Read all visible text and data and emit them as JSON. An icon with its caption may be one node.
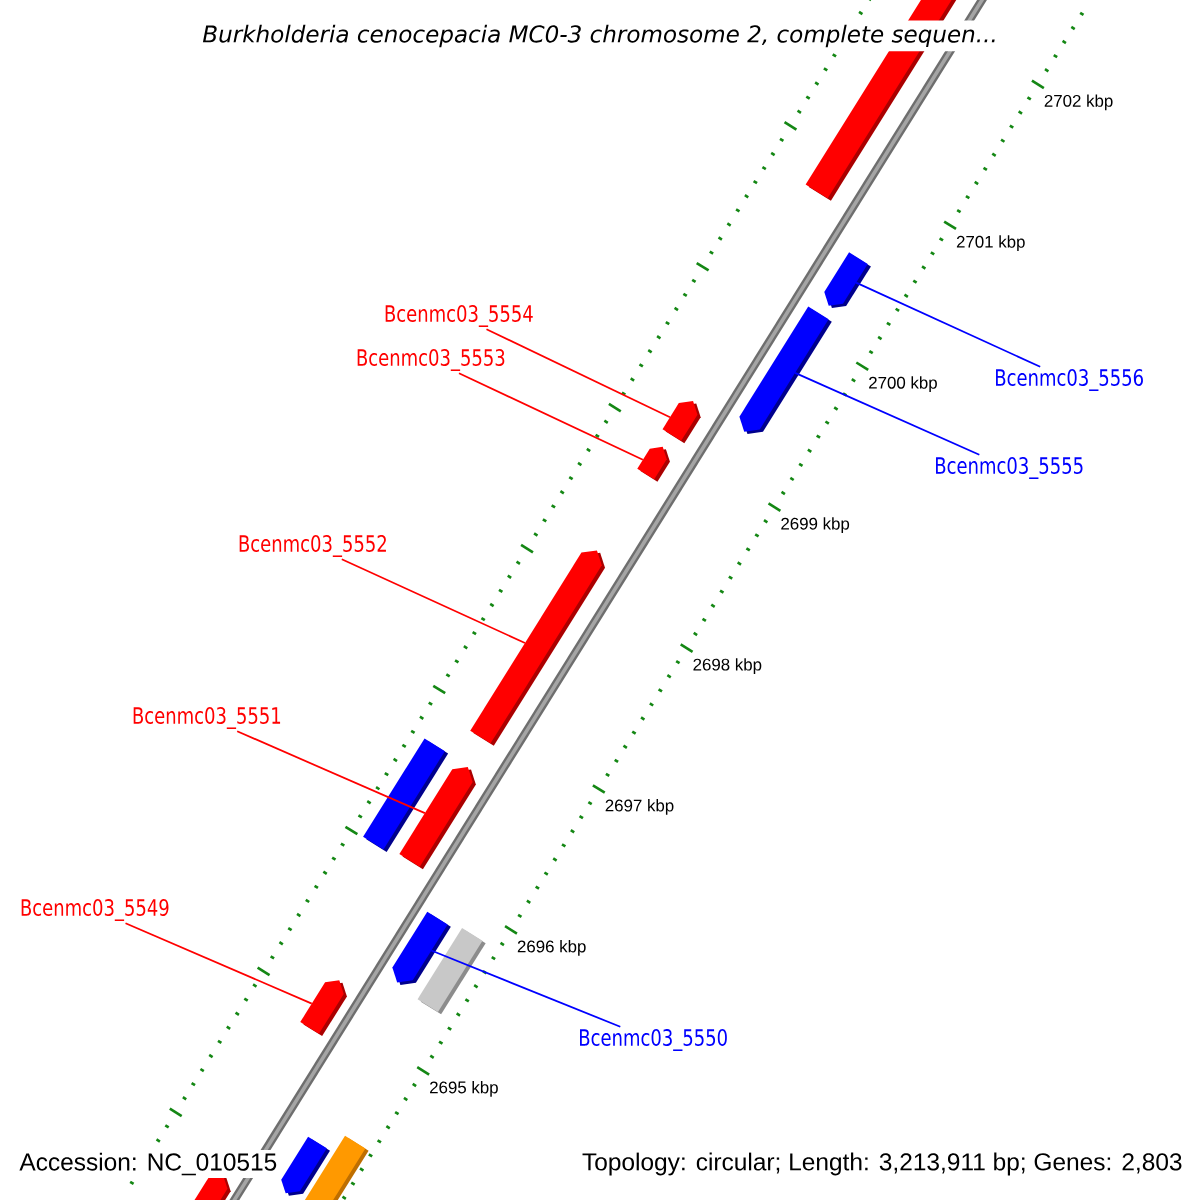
{
  "diagram": {
    "title": "Burkholderia cenocepacia MC0-3 chromosome 2, complete sequen...",
    "nodes": [
      {
        "text": [],
        "shape": "pentagon"
      },
      {
        "text": [],
        "shape": "pentagon"
      },
      {
        "text": [],
        "shape": "pentagon"
      },
      {
        "text": [],
        "shape": "pentagon"
      },
      {
        "text": [],
        "shape": "pentagon"
      },
      {
        "text": [],
        "shape": "pentagon"
      },
      {
        "text": [],
        "shape": "bar"
      },
      {
        "text": [],
        "shape": "pentagon"
      },
      {
        "text": [],
        "shape": "pentagon"
      },
      {
        "text": [],
        "shape": "pentagon"
      },
      {
        "text": [],
        "shape": "bar"
      },
      {
        "text": [],
        "shape": "pentagon"
      },
      {
        "text": [],
        "shape": "bar"
      },
      {
        "text": [],
        "shape": "pentagon"
      },
      {
        "text": [
          "Bcenmc03_5554"
        ]
      },
      {
        "text": [
          "Bcenmc03_5553"
        ]
      },
      {
        "text": [
          "Bcenmc03_5556"
        ]
      },
      {
        "text": [
          "Bcenmc03_5555"
        ]
      },
      {
        "text": [
          "Bcenmc03_5552"
        ]
      },
      {
        "text": [
          "Bcenmc03_5551"
        ]
      },
      {
        "text": [
          "Bcenmc03_5549"
        ]
      },
      {
        "text": [
          "Bcenmc03_5550"
        ]
      }
    ],
    "edges": [
      {
        "from": 14,
        "to": 3,
        "arrow": "none",
        "color": "#ff0000"
      },
      {
        "from": 15,
        "to": 4,
        "arrow": "none",
        "color": "#ff0000"
      },
      {
        "from": 16,
        "to": 1,
        "arrow": "none",
        "color": "#0000ff"
      },
      {
        "from": 17,
        "to": 2,
        "arrow": "none",
        "color": "#0000ff"
      },
      {
        "from": 18,
        "to": 5,
        "arrow": "none",
        "color": "#ff0000"
      },
      {
        "from": 19,
        "to": 7,
        "arrow": "none",
        "color": "#ff0000"
      },
      {
        "from": 20,
        "to": 8,
        "arrow": "none",
        "color": "#ff0000"
      },
      {
        "from": 21,
        "to": 9,
        "arrow": "none",
        "color": "#0000ff"
      }
    ],
    "labels": [
      "2702 kbp",
      "2701 kbp",
      "2700 kbp",
      "2699 kbp",
      "2698 kbp",
      "2697 kbp",
      "2696 kbp",
      "2695 kbp",
      "Accession: NC_010515",
      "Topology: circular; Length: 3,213,911 bp; Genes: 2,803"
    ]
  }
}
